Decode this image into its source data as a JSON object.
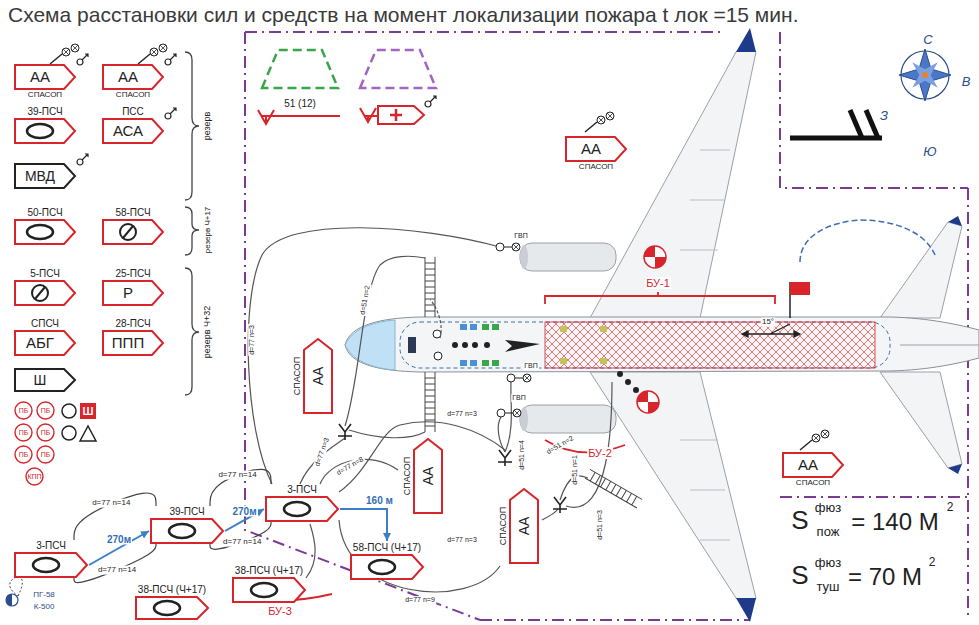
{
  "diagram": {
    "title": "Схема расстановки сил и средств на момент локализации пожара t лок =15 мин.",
    "nodes": [
      {
        "text": [
          "АА",
          "СПАСОП"
        ]
      },
      {
        "text": [
          "АА",
          "СПАСОП"
        ]
      },
      {
        "text": [
          "39-ПСЧ"
        ]
      },
      {
        "text": [
          "ПСС",
          "АСА"
        ]
      },
      {
        "text": [
          "МВД"
        ]
      },
      {
        "text": [
          "50-ПСЧ"
        ]
      },
      {
        "text": [
          "58-ПСЧ"
        ]
      },
      {
        "text": [
          "5-ПСЧ"
        ]
      },
      {
        "text": [
          "25-ПСЧ",
          "Р"
        ]
      },
      {
        "text": [
          "СПСЧ",
          "АБГ"
        ]
      },
      {
        "text": [
          "28-ПСЧ",
          "ППП"
        ]
      },
      {
        "text": [
          "Ш"
        ]
      },
      {
        "text": [
          "ПБ"
        ]
      },
      {
        "text": [
          "ПБ"
        ]
      },
      {
        "text": [
          "ПБ"
        ]
      },
      {
        "text": [
          "ПБ"
        ]
      },
      {
        "text": [
          "ПБ"
        ]
      },
      {
        "text": [
          "ПБ"
        ]
      },
      {
        "text": [
          "КПП"
        ]
      },
      {
        "text": [
          "Ш"
        ]
      },
      {
        "text": [
          "АА",
          "СПАСОП"
        ]
      },
      {
        "text": [
          "АА",
          "СПАСОП"
        ]
      },
      {
        "text": [
          "3-ПСЧ"
        ]
      },
      {
        "text": [
          "39-ПСЧ"
        ]
      },
      {
        "text": [
          "3-ПСЧ"
        ]
      },
      {
        "text": [
          "58-ПСЧ (Ч+17)"
        ]
      },
      {
        "text": [
          "38-ПСЧ (Ч+17)"
        ]
      },
      {
        "text": [
          "38-ПСЧ (Ч+17)"
        ]
      },
      {
        "text": [
          "СПАСОП",
          "АА"
        ]
      },
      {
        "text": [
          "СПАСОП",
          "АА"
        ]
      },
      {
        "text": [
          "СПАСОП",
          "АА"
        ]
      }
    ],
    "edges": [
      {
        "from": 22,
        "to": 23,
        "label": "270м",
        "arrow": "to"
      },
      {
        "from": 22,
        "to": 23,
        "label": "d=77 n=14",
        "arrow": "none"
      },
      {
        "from": 22,
        "to": 23,
        "label": "d=77 n=14",
        "arrow": "none"
      },
      {
        "from": 23,
        "to": 24,
        "label": "270м",
        "arrow": "to"
      },
      {
        "from": 23,
        "to": 24,
        "label": "d=77 n=14",
        "arrow": "none"
      },
      {
        "from": 23,
        "to": 24,
        "label": "d=77 n=14",
        "arrow": "none"
      },
      {
        "from": 24,
        "to": 25,
        "label": "160 м",
        "arrow": "to"
      }
    ],
    "labels": [
      "резерв",
      "резерв Ч+17",
      "резерв Ч+32",
      "С",
      "В",
      "З",
      "Ю",
      "51 (12)",
      "БУ-1",
      "БУ-2",
      "БУ-3",
      "ГВП",
      "ГВП",
      "ГВП",
      "15°",
      "S",
      "фюз",
      "пож",
      "= 140 М",
      "2",
      "S",
      "фюз",
      "туш",
      "= 70 М",
      "2",
      "ПГ-58",
      "К-500",
      "d=77 n=3",
      "d=51 n=2",
      "d=77 n=3",
      "d=77 n=3",
      "d=77 n=8",
      "d=77 n=9",
      "d=77 n=3",
      "d=51 n=4",
      "d=51 n=1",
      "d=51 n=3",
      "d=51 n=2"
    ]
  }
}
